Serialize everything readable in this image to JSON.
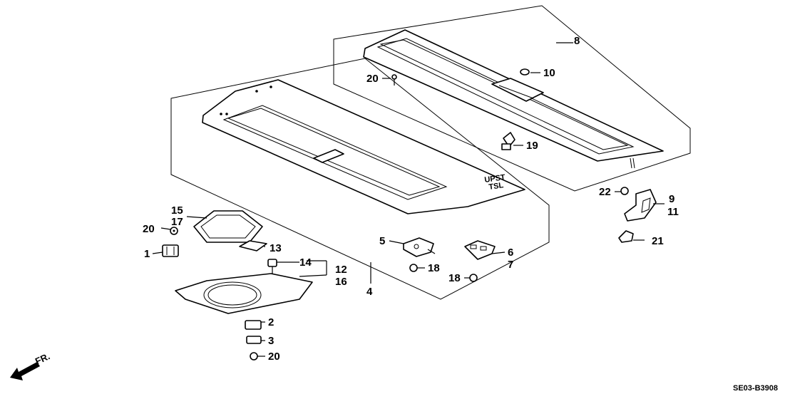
{
  "callouts": {
    "c1": "1",
    "c2": "2",
    "c3": "3",
    "c4": "4",
    "c5": "5",
    "c6": "6",
    "c7": "7",
    "c8": "8",
    "c9": "9",
    "c10": "10",
    "c11": "11",
    "c12": "12",
    "c13": "13",
    "c14": "14",
    "c15": "15",
    "c16": "16",
    "c17": "17",
    "c18a": "18",
    "c18b": "18",
    "c19": "19",
    "c20a": "20",
    "c20b": "20",
    "c20c": "20",
    "c21": "21",
    "c22": "22"
  },
  "front_indicator": "FR.",
  "diagram_code": "SE03-B3908"
}
